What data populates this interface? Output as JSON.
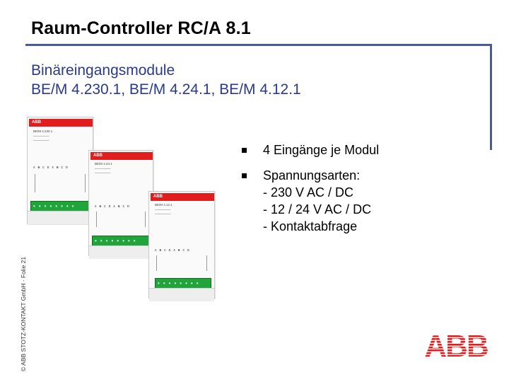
{
  "title": "Raum-Controller RC/A 8.1",
  "subtitle": {
    "line1": "Binäreingangsmodule",
    "line2": "BE/M 4.230.1, BE/M 4.24.1, BE/M 4.12.1"
  },
  "side_credit": "© ABB STOTZ-KONTAKT GmbH · Folie 21",
  "bullets": [
    {
      "text": "4 Eingänge je Modul"
    },
    {
      "text": "Spannungsarten:",
      "lines": [
        "- 230 V AC / DC",
        "- 12 / 24 V AC / DC",
        "- Kontaktabfrage"
      ]
    }
  ],
  "modules": [
    {
      "brand": "ABB",
      "name": "BE/M 4.230.1"
    },
    {
      "brand": "ABB",
      "name": "BE/M 4.24.1"
    },
    {
      "brand": "ABB",
      "name": "BE/M 4.12.1"
    }
  ],
  "colors": {
    "frame": "#4a5a9a",
    "subtitle": "#2a3a8a",
    "abb_red": "#e11d1d",
    "terminal_green": "#1fa53a"
  }
}
